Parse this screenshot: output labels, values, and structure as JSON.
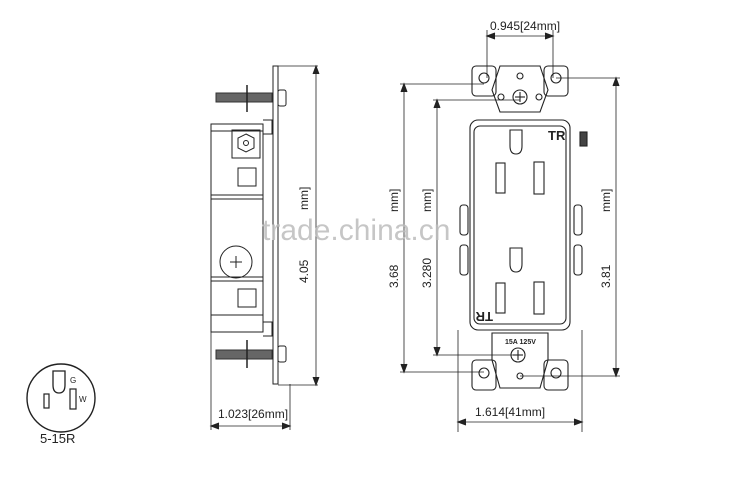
{
  "diagram": {
    "title": "Duplex receptacle dimension drawing",
    "plug_symbol": {
      "label": "5-15R",
      "ground_label": "G",
      "white_label": "W"
    },
    "side_view": {
      "height_label": "4.05",
      "height_label_unit": "mm]",
      "depth_label": "1.023[26mm]"
    },
    "front_view": {
      "top_width_label": "0.945[24mm]",
      "overall_width_label": "1.614[41mm]",
      "left_height_outer_label": "3.68",
      "left_height_outer_unit": "mm]",
      "left_height_inner_label": "3.280",
      "left_height_inner_unit": "mm]",
      "right_height_label": "3.81",
      "right_height_unit": "mm]",
      "tr_top": "TR",
      "tr_bottom": "TR",
      "rating": "15A 125V"
    },
    "watermark": "trade.china.cn"
  }
}
